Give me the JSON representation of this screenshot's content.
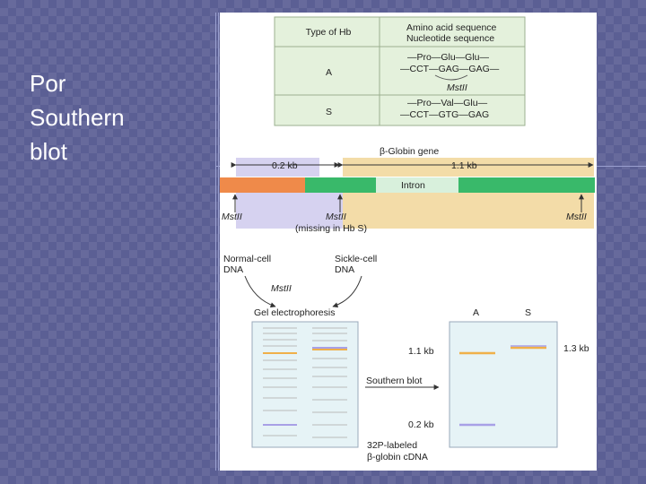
{
  "slide": {
    "title_lines": [
      "Por",
      "Southern",
      "blot"
    ]
  },
  "colors": {
    "background": "#5b5f94",
    "table_fill": "#e4f1dc",
    "intron_green": "#39b96a",
    "left_fragment": "#ef8a4a",
    "orange_band": "#f3dca8",
    "purple_band": "#d6d2f0",
    "gel_fill": "#e6f3f6",
    "band_orange": "#f0b04a",
    "band_purple": "#a8a0e6"
  },
  "table": {
    "header_col1": "Type of Hb",
    "header_col2_line1": "Amino acid sequence",
    "header_col2_line2": "Nucleotide sequence",
    "row_a_label": "A",
    "row_a_seq1": "—Pro—Glu—Glu—",
    "row_a_seq2": "—CCT—GAG—GAG—",
    "row_a_enzyme": "MstII",
    "row_s_label": "S",
    "row_s_seq1": "—Pro—Val—Glu—",
    "row_s_seq2": "—CCT—GTG—GAG"
  },
  "gene_map": {
    "gene_label": "β-Globin gene",
    "left_fragment_size": "0.2 kb",
    "right_fragment_size": "1.1 kb",
    "intron_label": "Intron",
    "site_left": "MstII",
    "site_middle": "MstII",
    "site_middle_note": "(missing in Hb S)",
    "site_right": "MstII"
  },
  "lower": {
    "normal_dna_line1": "Normal-cell",
    "normal_dna_line2": "DNA",
    "sickle_dna_line1": "Sickle-cell",
    "sickle_dna_line2": "DNA",
    "digest_enzyme": "MstII",
    "gel_label": "Gel electrophoresis",
    "blot_label": "Southern blot",
    "size_11": "1.1 kb",
    "size_02": "0.2 kb",
    "size_13": "1.3 kb",
    "lane_a": "A",
    "lane_s": "S",
    "probe_line1": "32P-labeled",
    "probe_line2": "β-globin cDNA"
  }
}
